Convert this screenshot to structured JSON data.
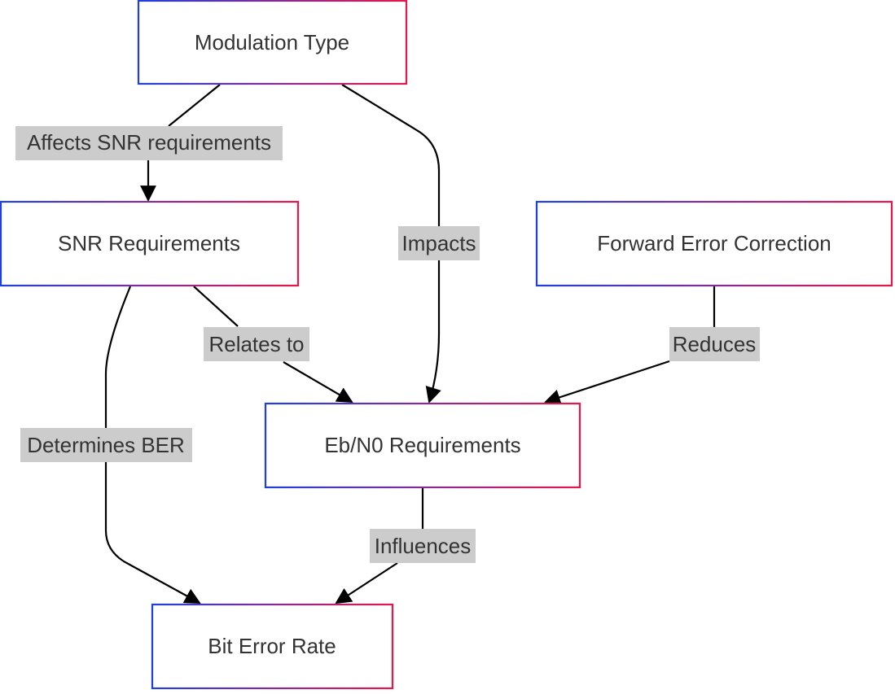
{
  "diagram": {
    "nodes": {
      "modulation": "Modulation Type",
      "snr": "SNR Requirements",
      "fec": "Forward Error Correction",
      "ebn0": "Eb/N0 Requirements",
      "ber": "Bit Error Rate"
    },
    "edges": {
      "modulation_snr": "Affects SNR requirements",
      "modulation_ebn0": "Impacts",
      "snr_ebn0": "Relates to",
      "snr_ber": "Determines BER",
      "fec_ebn0": "Reduces",
      "ebn0_ber": "Influences"
    },
    "colors": {
      "border_start": "#1f3fe0",
      "border_end": "#e8174a",
      "label_bg": "#cccccc",
      "edge": "#000000",
      "text": "#333333"
    }
  }
}
